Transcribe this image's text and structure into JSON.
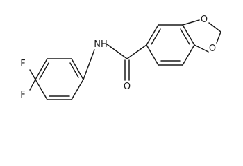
{
  "molecule": {
    "atoms": {
      "fluorine_top": "F",
      "fluorine_bottom": "F",
      "amide_nitrogen": "NH",
      "carbonyl_oxygen": "O",
      "dioxole_oxygen_top": "O",
      "dioxole_oxygen_bottom": "O"
    }
  }
}
